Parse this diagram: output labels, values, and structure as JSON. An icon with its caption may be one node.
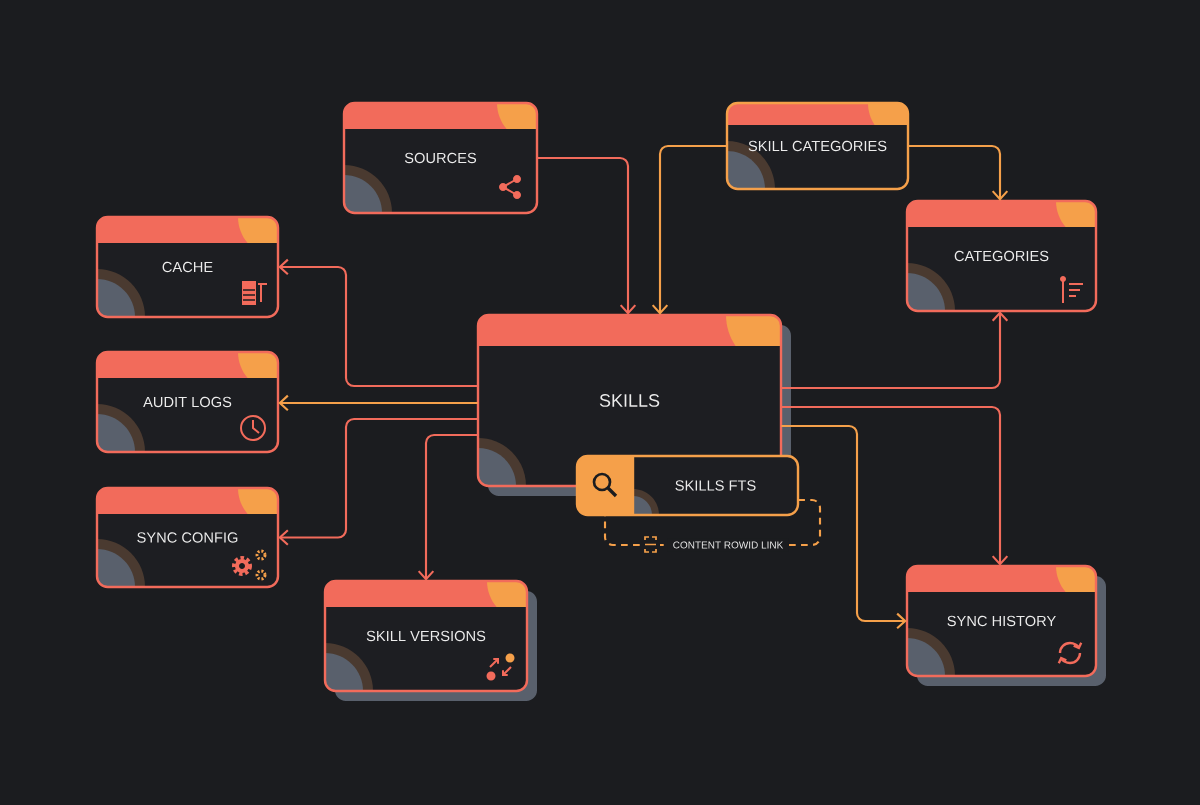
{
  "diagram": {
    "nodes": [
      {
        "text": [
          "SOURCES"
        ]
      },
      {
        "text": [
          "SKILL CATEGORIES"
        ]
      },
      {
        "text": [
          "CACHE"
        ]
      },
      {
        "text": [
          "CATEGORIES"
        ]
      },
      {
        "text": [
          "SKILLS"
        ]
      },
      {
        "text": [
          "AUDIT LOGS"
        ]
      },
      {
        "text": [
          "SKILLS FTS"
        ]
      },
      {
        "text": [
          "SYNC CONFIG"
        ]
      },
      {
        "text": [
          "SKILL VERSIONS"
        ]
      },
      {
        "text": [
          "SYNC HISTORY"
        ]
      }
    ],
    "edges": [
      {
        "from": 0,
        "to": 4,
        "arrow": "to"
      },
      {
        "from": 1,
        "to": 4,
        "arrow": "to",
        "color": "#f5a04a"
      },
      {
        "from": 1,
        "to": 3,
        "arrow": "to",
        "color": "#f5a04a"
      },
      {
        "from": 4,
        "to": 2,
        "arrow": "to"
      },
      {
        "from": 4,
        "to": 5,
        "arrow": "to",
        "color": "#f5a04a"
      },
      {
        "from": 4,
        "to": 7,
        "arrow": "to"
      },
      {
        "from": 4,
        "to": 8,
        "arrow": "to"
      },
      {
        "from": 4,
        "to": 3,
        "arrow": "to"
      },
      {
        "from": 4,
        "to": 9,
        "arrow": "to"
      },
      {
        "from": 4,
        "to": 9,
        "arrow": "to",
        "color": "#f5a04a"
      },
      {
        "from": 6,
        "to": 6,
        "arrow": "none",
        "style": "dashed",
        "color": "#f5a04a",
        "label": "CONTENT ROWID LINK"
      }
    ]
  }
}
